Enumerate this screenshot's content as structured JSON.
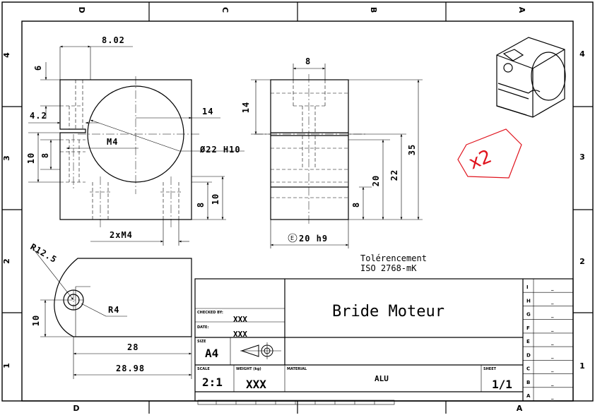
{
  "zones": {
    "top": [
      "D",
      "C",
      "B",
      "A"
    ],
    "bottom": [
      "D",
      "A"
    ],
    "left": [
      "4",
      "3",
      "2",
      "1"
    ],
    "right": [
      "4",
      "3",
      "2",
      "1"
    ]
  },
  "dimensions": {
    "d_8_02": "8.02",
    "d_6": "6",
    "d_4_2": "4.2",
    "d_14_front": "14",
    "d_m4": "M4",
    "d_phi22": "Ø22 H10",
    "d_10_left": "10",
    "d_8_left": "8",
    "d_8_right": "8",
    "d_10_right": "10",
    "d_2xm4": "2xM4",
    "d_8_side": "8",
    "d_14_side": "14",
    "d_35": "35",
    "d_22": "22",
    "d_20": "20",
    "d_8_side_low": "8",
    "d_20h9": "20 h9",
    "d_r12_5": "R12.5",
    "d_r4": "R4",
    "d_10_bottom": "10",
    "d_28": "28",
    "d_28_98": "28.98"
  },
  "tolerance": {
    "line1": "Tolérencement",
    "line2": "ISO 2768-mK"
  },
  "quantity_mark": "x2",
  "title_block": {
    "checked_by_label": "CHECKED BY:",
    "checked_by_value": "XXX",
    "date_label": "DATE:",
    "date_value": "XXX",
    "size_label": "SIZE",
    "size_value": "A4",
    "scale_label": "SCALE",
    "scale_value": "2:1",
    "weight_label": "WEIGHT (kg)",
    "weight_value": "XXX",
    "material_label": "MATERIAL",
    "material_value": "ALU",
    "sheet_label": "SHEET",
    "sheet_value": "1/1",
    "title": "Bride Moteur"
  },
  "revisions": [
    {
      "letter": "I",
      "value": "_"
    },
    {
      "letter": "H",
      "value": "_"
    },
    {
      "letter": "G",
      "value": "_"
    },
    {
      "letter": "F",
      "value": "_"
    },
    {
      "letter": "E",
      "value": "_"
    },
    {
      "letter": "D",
      "value": "_"
    },
    {
      "letter": "C",
      "value": "_"
    },
    {
      "letter": "B",
      "value": "_"
    },
    {
      "letter": "A",
      "value": "_"
    }
  ],
  "colors": {
    "ink": "#000000",
    "quantity_mark": "#e0141e",
    "paper": "#ffffff"
  }
}
